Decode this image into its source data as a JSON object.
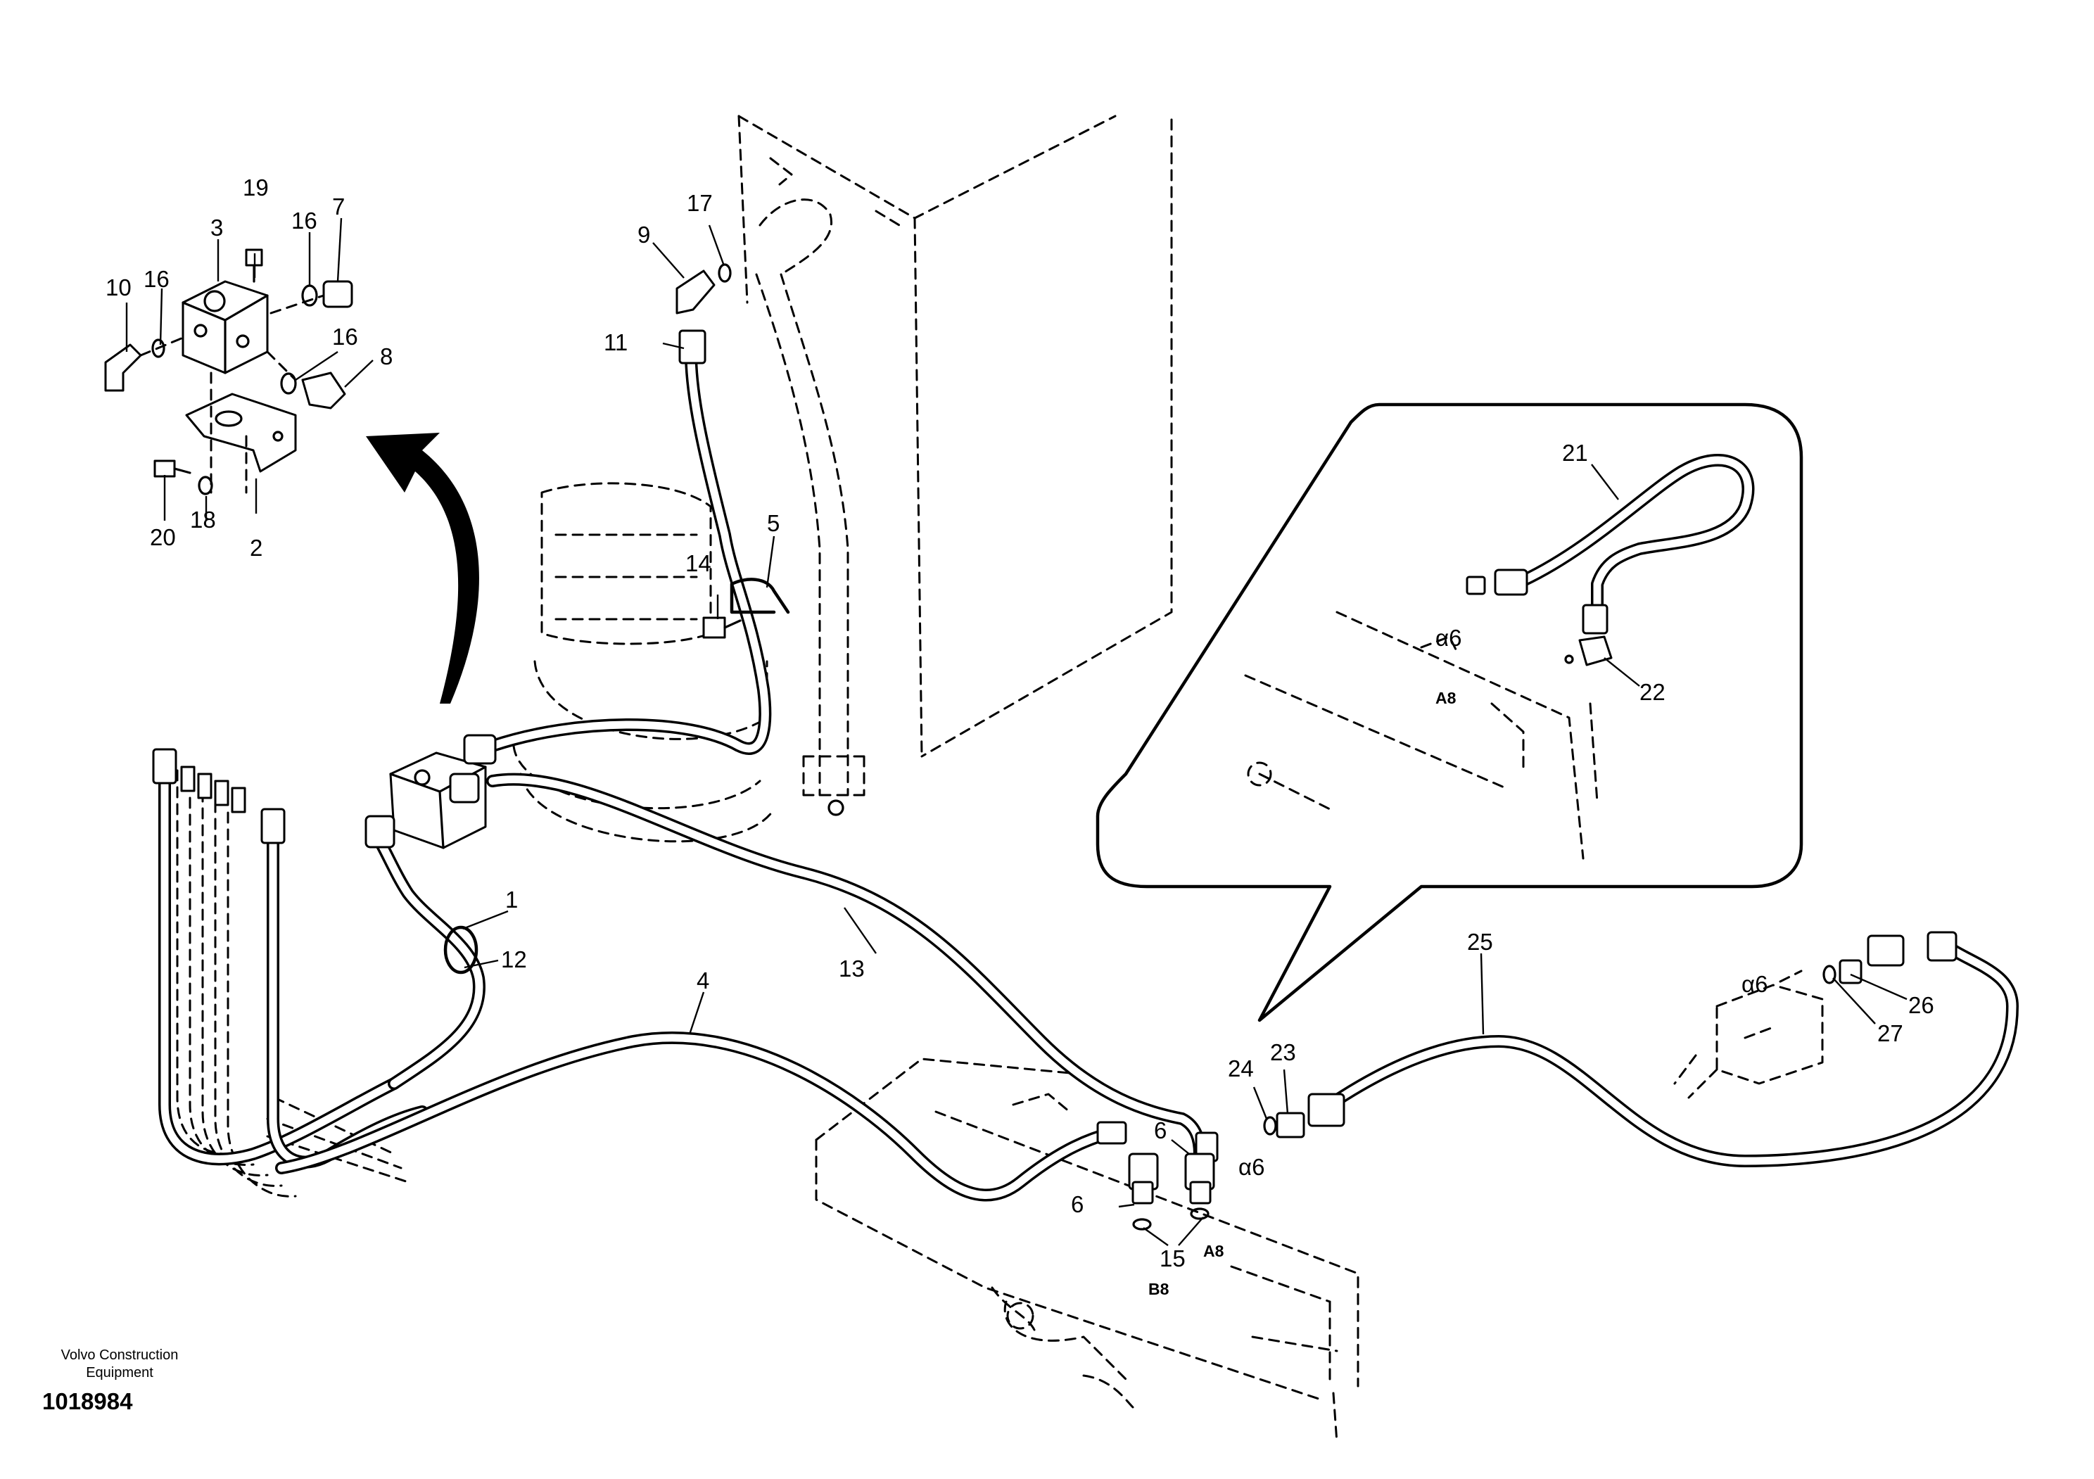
{
  "footer": {
    "publisher_line1": "Volvo Construction",
    "publisher_line2": "Equipment",
    "drawing_number": "1018984"
  },
  "callouts": {
    "c1": "1",
    "c2": "2",
    "c3": "3",
    "c4": "4",
    "c5": "5",
    "c6a": "6",
    "c6b": "6",
    "c7": "7",
    "c8": "8",
    "c9": "9",
    "c10": "10",
    "c11": "11",
    "c12": "12",
    "c13": "13",
    "c14": "14",
    "c15": "15",
    "c16a": "16",
    "c16b": "16",
    "c16c": "16",
    "c17": "17",
    "c18": "18",
    "c19": "19",
    "c20": "20",
    "c21": "21",
    "c22": "22",
    "c23": "23",
    "c24": "24",
    "c25": "25",
    "c26": "26",
    "c27": "27"
  },
  "port_labels": {
    "a6_main": "α6",
    "a8_main": "A8",
    "b8_main": "B8",
    "a6_detail": "α6",
    "a8_detail": "A8",
    "a6_right": "α6"
  }
}
